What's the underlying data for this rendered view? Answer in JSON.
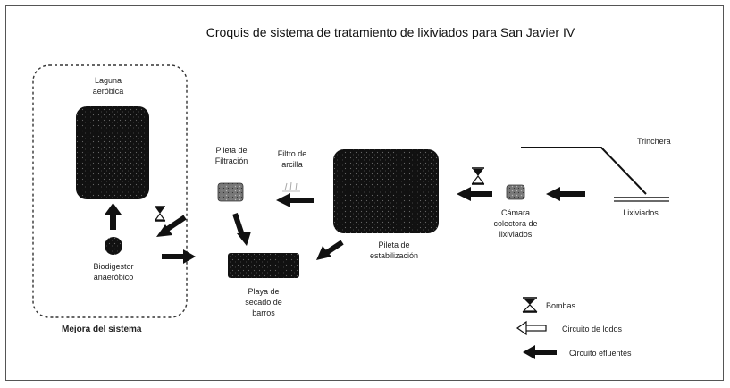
{
  "title": "Croquis de sistema de tratamiento de lixiviados para San Javier IV",
  "group_label": "Mejora del sistema",
  "nodes": {
    "laguna": [
      "Laguna",
      "aeróbica"
    ],
    "biodigestor": [
      "Biodigestor",
      "anaeróbico"
    ],
    "pileta_filtracion": [
      "Pileta de",
      "Filtración"
    ],
    "filtro_arcilla": [
      "Filtro de",
      "arcilla"
    ],
    "pileta_estabilizacion": [
      "Pileta de",
      "estabilización"
    ],
    "camara": [
      "Cámara",
      "colectora de",
      "lixiviados"
    ],
    "trinchera": "Trinchera",
    "lixiviados": "Lixiviados",
    "playa_secado": [
      "Playa de",
      "secado de",
      "barros"
    ]
  },
  "legend": {
    "bombas": "Bombas",
    "lodos": "Circuito de lodos",
    "efluentes": "Circuito efluentes"
  },
  "colors": {
    "dark_fill": "#111111",
    "arrow": "#111111",
    "frame": "#555555"
  },
  "icons": {
    "pump": "hourglass-pump-icon"
  }
}
